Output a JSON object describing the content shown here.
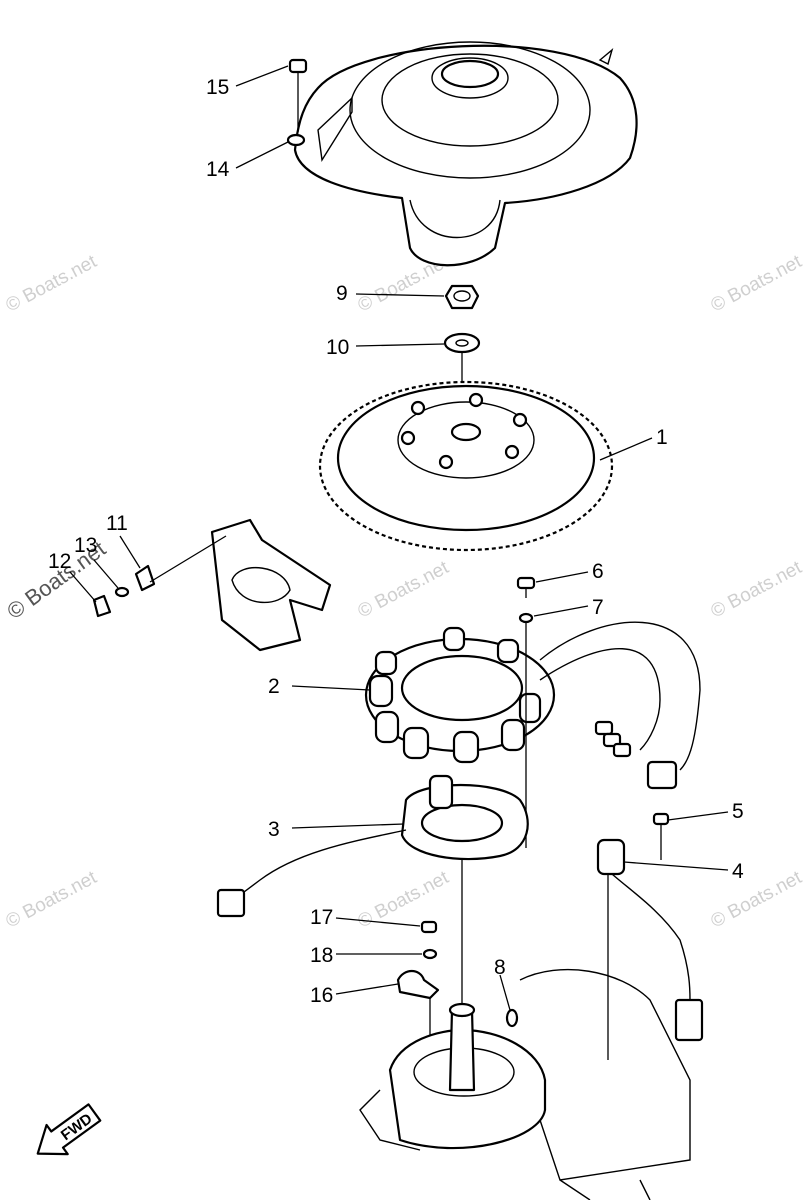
{
  "diagram": {
    "callouts": [
      {
        "number": "1"
      },
      {
        "number": "2"
      },
      {
        "number": "3"
      },
      {
        "number": "4"
      },
      {
        "number": "5"
      },
      {
        "number": "6"
      },
      {
        "number": "7"
      },
      {
        "number": "8"
      },
      {
        "number": "9"
      },
      {
        "number": "10"
      },
      {
        "number": "11"
      },
      {
        "number": "12"
      },
      {
        "number": "13"
      },
      {
        "number": "14"
      },
      {
        "number": "15"
      },
      {
        "number": "16"
      },
      {
        "number": "17"
      },
      {
        "number": "18"
      }
    ],
    "direction_badge": "FWD",
    "watermark": "© Boats.net"
  }
}
